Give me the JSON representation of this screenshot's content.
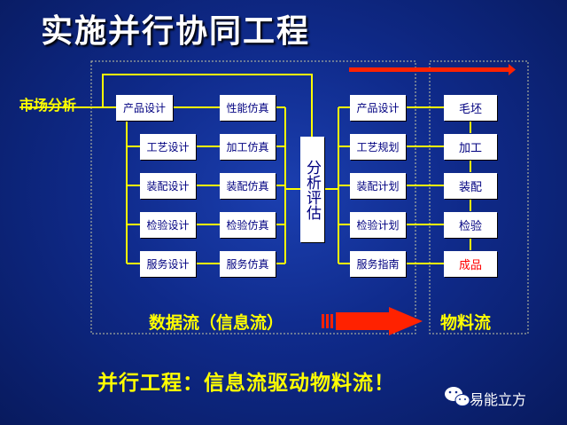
{
  "title": "实施并行协同工程",
  "market_label": "市场分析",
  "design_column": [
    "产品设计",
    "工艺设计",
    "装配设计",
    "检验设计",
    "服务设计"
  ],
  "simulation_column": [
    "性能仿真",
    "加工仿真",
    "装配仿真",
    "检验仿真",
    "服务仿真"
  ],
  "analysis_box": "分析评估",
  "planning_column": [
    "产品设计",
    "工艺规划",
    "装配计划",
    "检验计划",
    "服务指南"
  ],
  "material_column": [
    "毛坯",
    "加工",
    "装配",
    "检验",
    "成品"
  ],
  "data_flow_label": "数据流（信息流）",
  "material_flow_label": "物料流",
  "bottom_text": "并行工程：信息流驱动物料流！",
  "brand": "易能立方",
  "colors": {
    "background": "#0f2a8a",
    "line": "#ffff00",
    "arrow": "#ff2200",
    "box_text": "#000080",
    "highlight_text": "#ff0000"
  },
  "icons": [
    "wechat-icon"
  ]
}
